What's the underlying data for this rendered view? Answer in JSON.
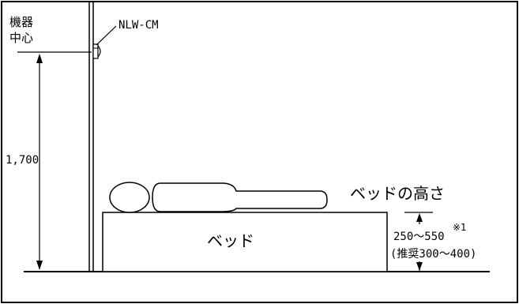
{
  "labels": {
    "device_center": [
      "機器",
      "中心"
    ],
    "device_model": "NLW-CM",
    "height_dimension": "1,700",
    "bed_height_title": "ベッドの高さ",
    "bed_label": "ベッド",
    "bed_height_range": "250～550",
    "footnote_mark": "※1",
    "recommended_range": "(推奨300～400)"
  },
  "colors": {
    "line": "#000000",
    "background": "#ffffff"
  }
}
